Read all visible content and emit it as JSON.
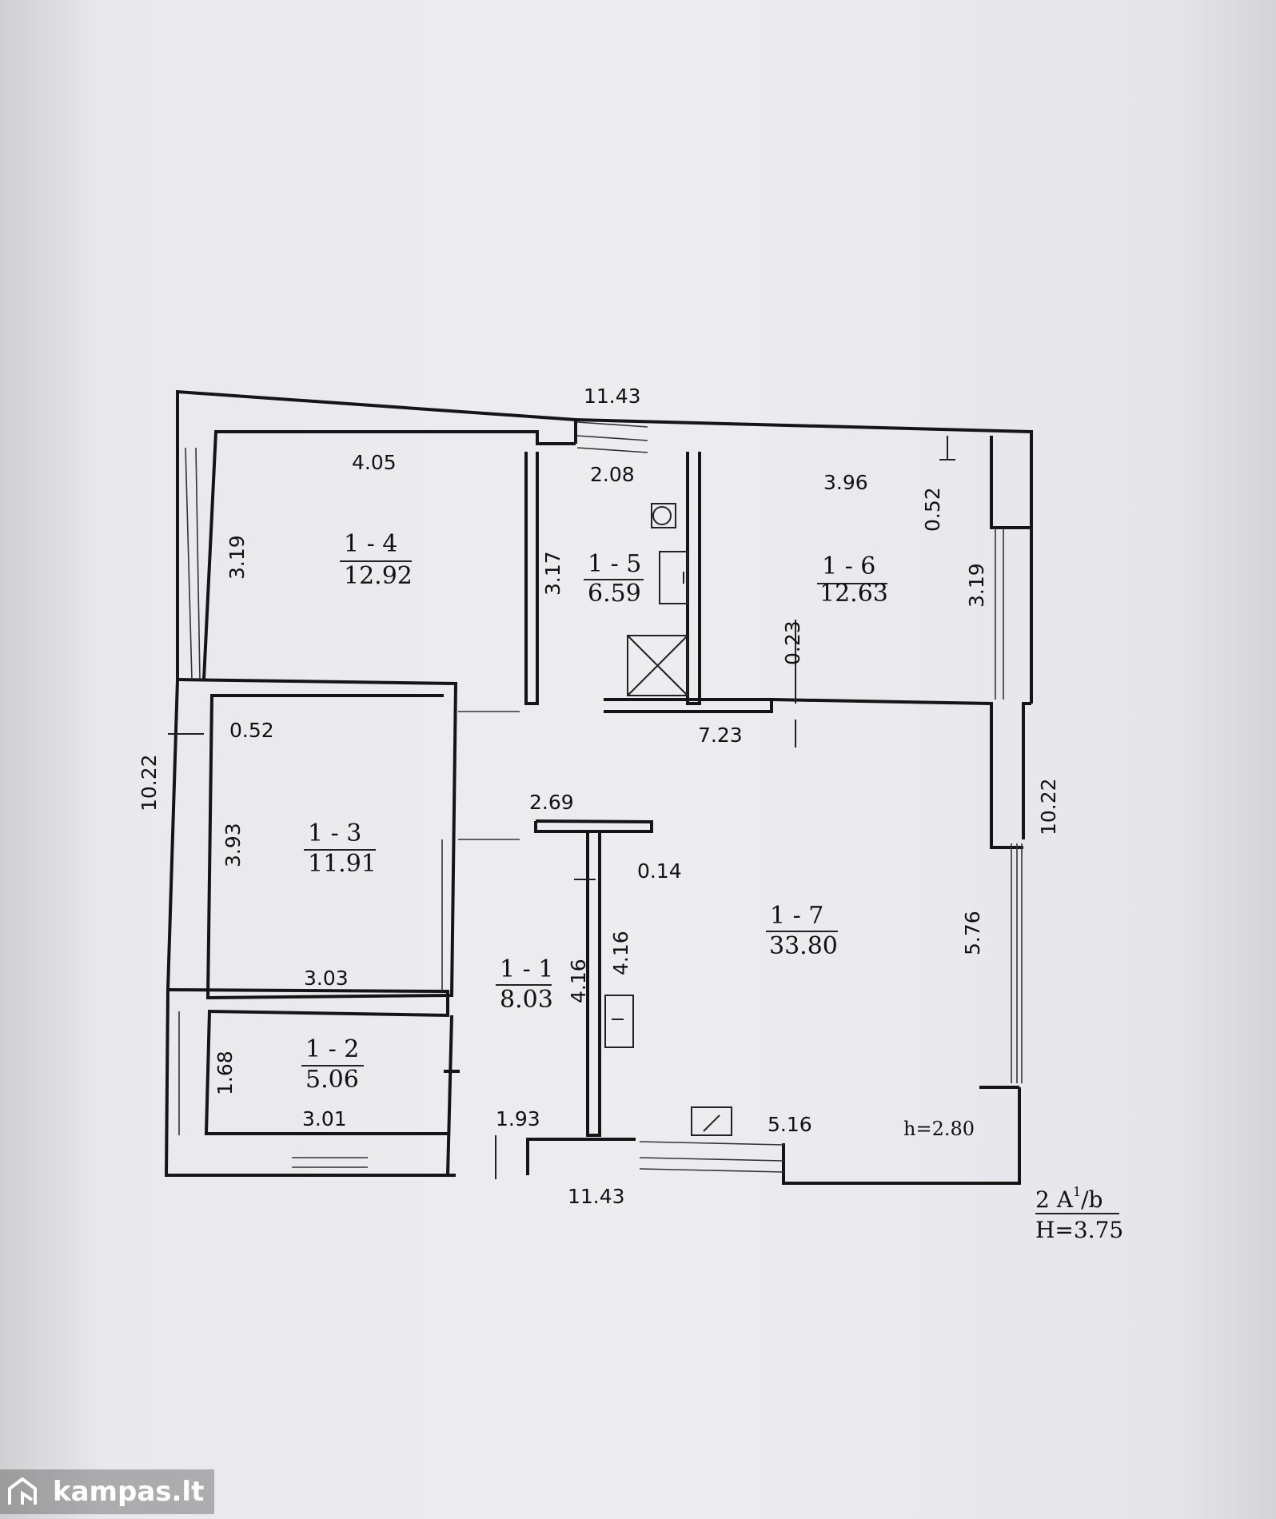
{
  "plan": {
    "overall_width_top": "11.43",
    "overall_width_bottom": "11.43",
    "overall_height_left": "10.22",
    "overall_height_right": "10.22",
    "rooms": [
      {
        "id": "1 - 1",
        "area": "8.03"
      },
      {
        "id": "1 - 2",
        "area": "5.06"
      },
      {
        "id": "1 - 3",
        "area": "11.91"
      },
      {
        "id": "1 - 4",
        "area": "12.92"
      },
      {
        "id": "1 - 5",
        "area": "6.59"
      },
      {
        "id": "1 - 6",
        "area": "12.63"
      },
      {
        "id": "1 - 7",
        "area": "33.80"
      }
    ],
    "dims": {
      "d_405": "4.05",
      "d_208": "2.08",
      "d_396": "3.96",
      "d_052_top": "0.52",
      "d_319_left": "3.19",
      "d_317": "3.17",
      "d_319_right": "3.19",
      "d_023": "0.23",
      "d_723": "7.23",
      "d_052_left": "0.52",
      "d_393": "3.93",
      "d_269": "2.69",
      "d_014": "0.14",
      "d_416_a": "4.16",
      "d_416_b": "4.16",
      "d_576": "5.76",
      "d_303": "3.03",
      "d_168": "1.68",
      "d_301": "3.01",
      "d_193": "1.93",
      "d_516": "5.16"
    },
    "ceiling_height": "h=2.80",
    "building_code": "2 A",
    "building_code_sup": "1",
    "building_code_suffix": "/b",
    "building_height": "H=3.75"
  },
  "watermark": {
    "text": "kampas.lt",
    "icon": "house-logo-icon"
  }
}
